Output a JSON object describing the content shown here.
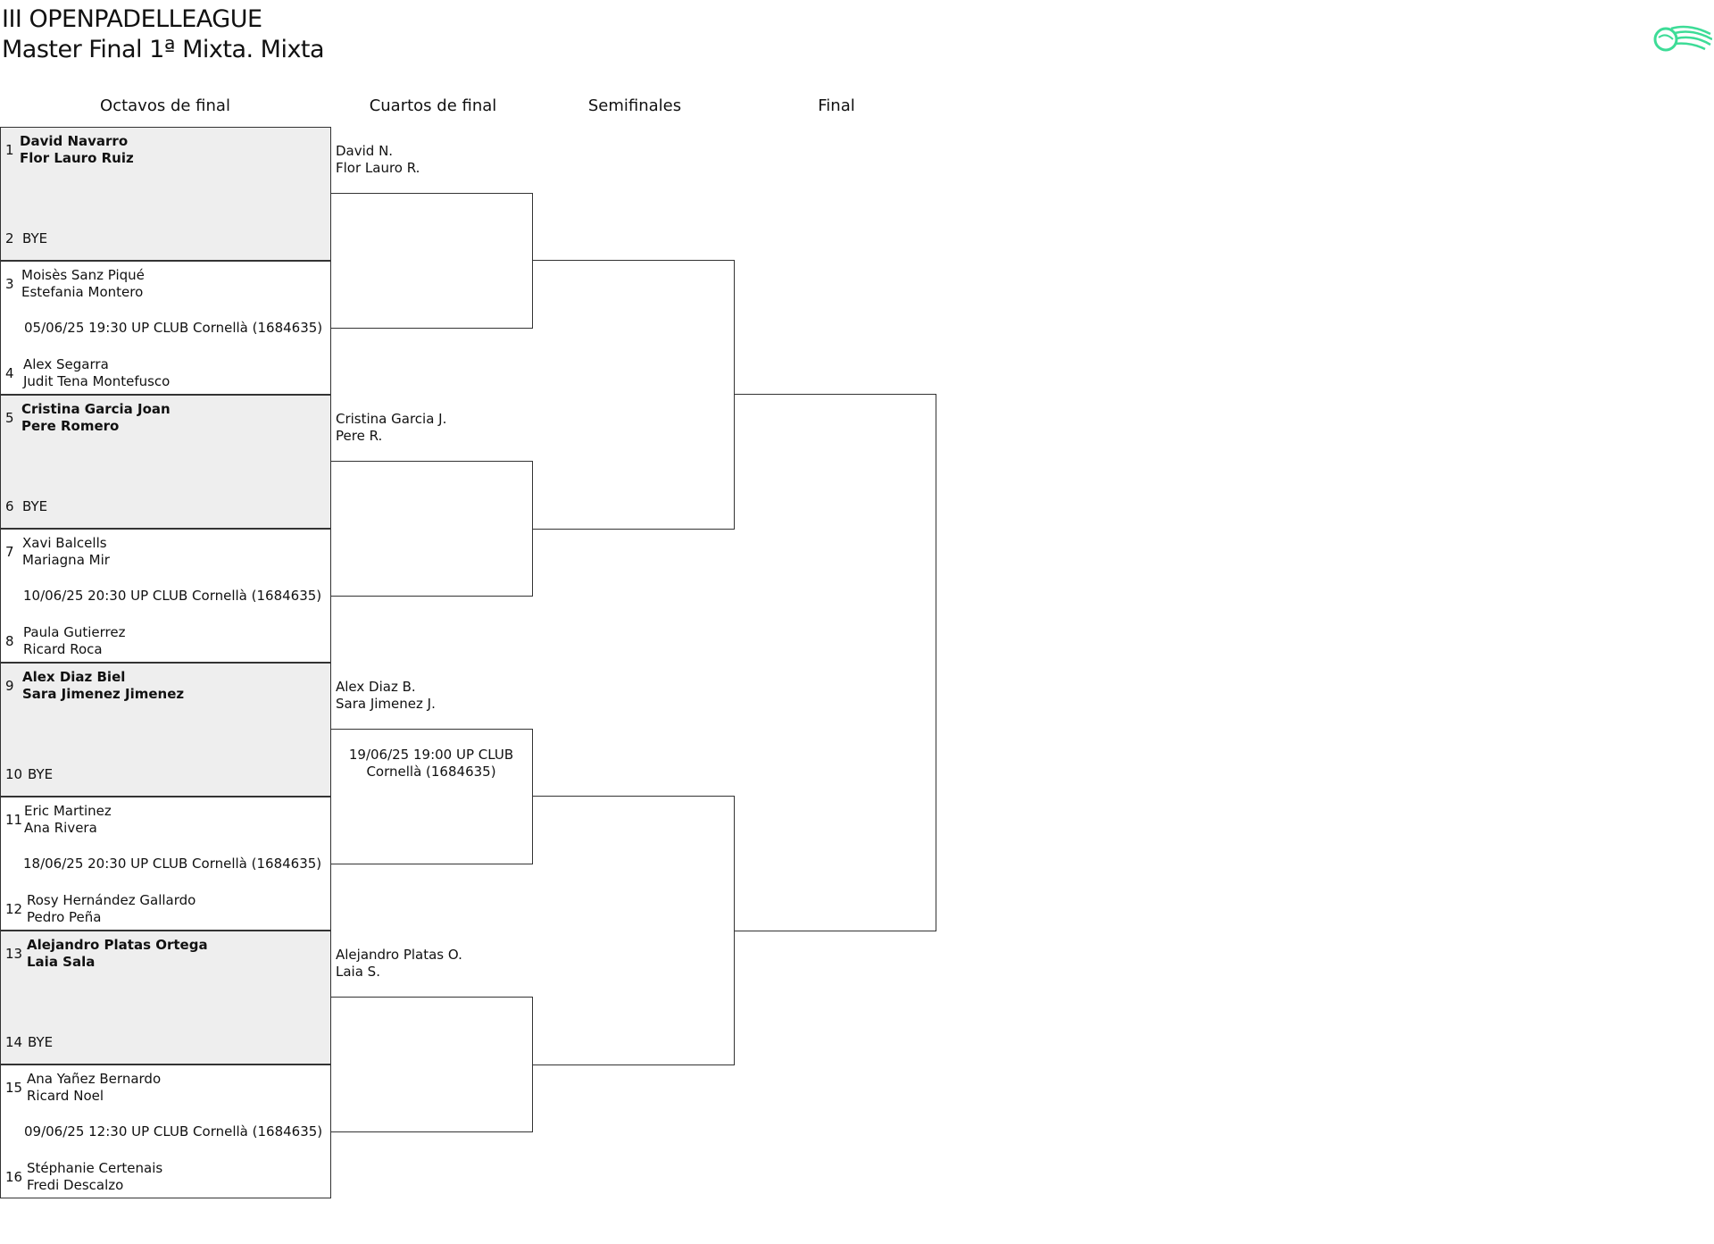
{
  "title": "III OPENPADELLEAGUE",
  "subtitle": "Master Final 1ª Mixta. Mixta",
  "logo": {
    "icon": "padel-ball-logo-icon",
    "color": "#3ddc97"
  },
  "rounds": [
    "Octavos de final",
    "Cuartos de final",
    "Semifinales",
    "Final"
  ],
  "round_of_16": [
    {
      "top": {
        "seed": "1",
        "players": [
          "David Navarro",
          "Flor Lauro Ruiz"
        ],
        "bold": true
      },
      "bottom": {
        "seed": "2",
        "players": [
          "BYE"
        ]
      },
      "info": ""
    },
    {
      "top": {
        "seed": "3",
        "players": [
          "Moisès Sanz Piqué",
          "Estefania Montero"
        ]
      },
      "bottom": {
        "seed": "4",
        "players": [
          "Alex Segarra",
          "Judit Tena Montefusco"
        ]
      },
      "info": "05/06/25 19:30 UP CLUB Cornellà (1684635)"
    },
    {
      "top": {
        "seed": "5",
        "players": [
          "Cristina Garcia Joan",
          "Pere Romero"
        ],
        "bold": true
      },
      "bottom": {
        "seed": "6",
        "players": [
          "BYE"
        ]
      },
      "info": ""
    },
    {
      "top": {
        "seed": "7",
        "players": [
          "Xavi Balcells",
          "Mariagna Mir"
        ]
      },
      "bottom": {
        "seed": "8",
        "players": [
          "Paula Gutierrez",
          "Ricard Roca"
        ]
      },
      "info": "10/06/25 20:30 UP CLUB Cornellà (1684635)"
    },
    {
      "top": {
        "seed": "9",
        "players": [
          "Alex Diaz Biel",
          "Sara Jimenez Jimenez"
        ],
        "bold": true
      },
      "bottom": {
        "seed": "10",
        "players": [
          "BYE"
        ]
      },
      "info": ""
    },
    {
      "top": {
        "seed": "11",
        "players": [
          "Eric Martinez",
          "Ana Rivera"
        ]
      },
      "bottom": {
        "seed": "12",
        "players": [
          "Rosy Hernández Gallardo",
          "Pedro Peña"
        ]
      },
      "info": "18/06/25 20:30 UP CLUB Cornellà (1684635)"
    },
    {
      "top": {
        "seed": "13",
        "players": [
          "Alejandro Platas Ortega",
          "Laia Sala"
        ],
        "bold": true
      },
      "bottom": {
        "seed": "14",
        "players": [
          "BYE"
        ]
      },
      "info": ""
    },
    {
      "top": {
        "seed": "15",
        "players": [
          "Ana Yañez Bernardo",
          "Ricard Noel"
        ]
      },
      "bottom": {
        "seed": "16",
        "players": [
          "Stéphanie Certenais",
          "Fredi Descalzo"
        ]
      },
      "info": "09/06/25 12:30 UP CLUB Cornellà (1684635)"
    }
  ],
  "quarterfinals": [
    {
      "top": [
        "David N.",
        "Flor Lauro R."
      ],
      "info": ""
    },
    {
      "top": [
        "Cristina Garcia J.",
        "Pere R."
      ],
      "info": ""
    },
    {
      "top": [
        "Alex Diaz B.",
        "Sara Jimenez J."
      ],
      "info": "19/06/25 19:00 UP CLUB Cornellà (1684635)"
    },
    {
      "top": [
        "Alejandro Platas O.",
        "Laia S."
      ],
      "info": ""
    }
  ]
}
